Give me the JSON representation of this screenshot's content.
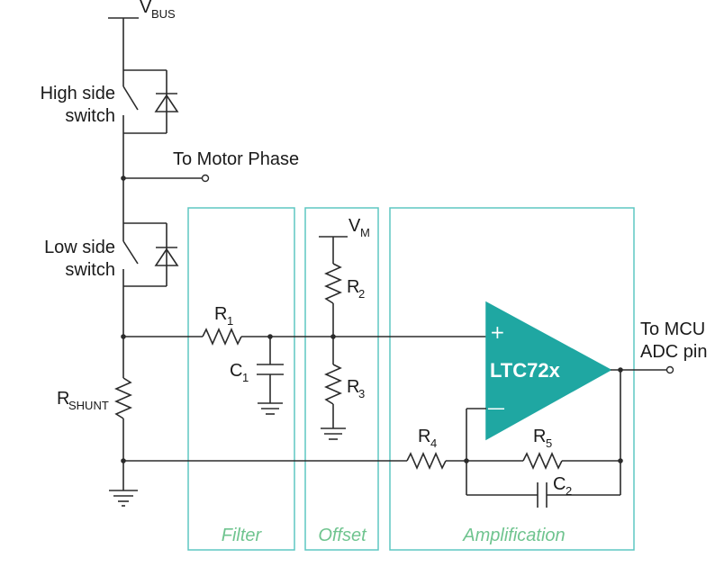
{
  "labels": {
    "vbus_main": "V",
    "vbus_sub": "BUS",
    "high_side_line1": "High side",
    "high_side_line2": "switch",
    "motor_phase": "To Motor Phase",
    "low_side_line1": "Low side",
    "low_side_line2": "switch",
    "vm_main": "V",
    "vm_sub": "M",
    "r1_main": "R",
    "r1_sub": "1",
    "c1_main": "C",
    "c1_sub": "1",
    "r2_main": "R",
    "r2_sub": "2",
    "r3_main": "R",
    "r3_sub": "3",
    "rshunt_main": "R",
    "rshunt_sub": "SHUNT",
    "r4_main": "R",
    "r4_sub": "4",
    "r5_main": "R",
    "r5_sub": "5",
    "c2_main": "C",
    "c2_sub": "2",
    "opamp": "LTC72x",
    "opamp_plus": "+",
    "opamp_minus": "—",
    "mcu_line1": "To MCU",
    "mcu_line2": "ADC pin"
  },
  "sections": {
    "filter": "Filter",
    "offset": "Offset",
    "amplification": "Amplification"
  },
  "colors": {
    "section_border": "#5ec7c2",
    "section_label": "#6fc48f",
    "opamp_fill": "#1fa7a2",
    "wire": "#2b2b2b"
  }
}
